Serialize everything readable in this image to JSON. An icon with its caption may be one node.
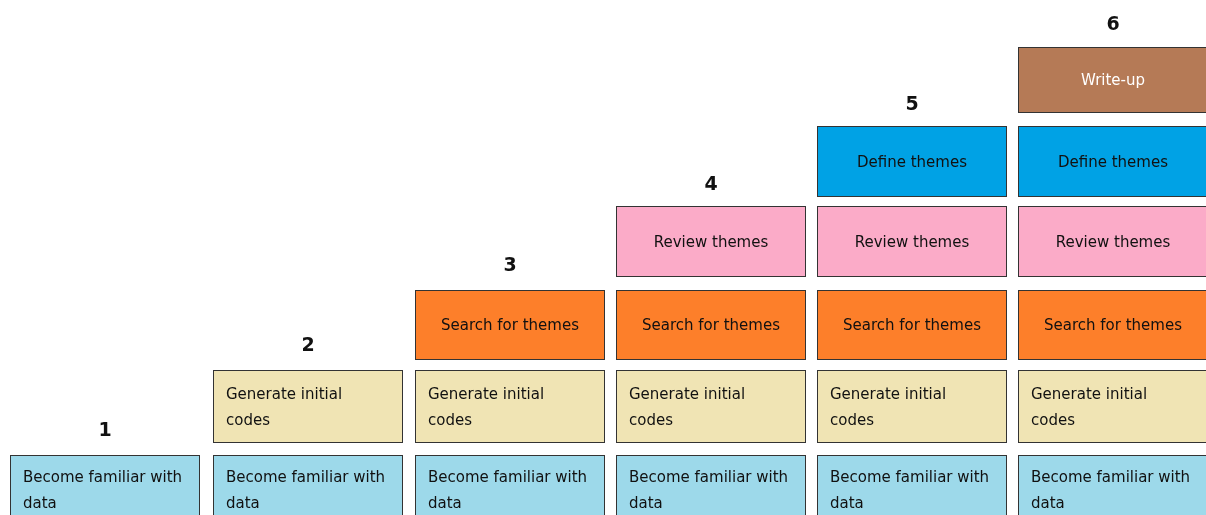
{
  "diagram": {
    "nodes": [
      {
        "text": [
          "Write-up"
        ]
      },
      {
        "text": [
          "Define themes"
        ]
      },
      {
        "text": [
          "Define themes"
        ]
      },
      {
        "text": [
          "Review themes"
        ]
      },
      {
        "text": [
          "Review themes"
        ]
      },
      {
        "text": [
          "Review themes"
        ]
      },
      {
        "text": [
          "Search for themes"
        ]
      },
      {
        "text": [
          "Search for themes"
        ]
      },
      {
        "text": [
          "Search for themes"
        ]
      },
      {
        "text": [
          "Search for themes"
        ]
      },
      {
        "text": [
          "Generate initial codes"
        ]
      },
      {
        "text": [
          "Generate initial codes"
        ]
      },
      {
        "text": [
          "Generate initial codes"
        ]
      },
      {
        "text": [
          "Generate initial codes"
        ]
      },
      {
        "text": [
          "Generate initial codes"
        ]
      },
      {
        "text": [
          "Become familiar with data"
        ]
      },
      {
        "text": [
          "Become familiar with data"
        ]
      },
      {
        "text": [
          "Become familiar with data"
        ]
      },
      {
        "text": [
          "Become familiar with data"
        ]
      },
      {
        "text": [
          "Become familiar with data"
        ]
      },
      {
        "text": [
          "Become familiar with data"
        ]
      }
    ],
    "labels": [
      "6",
      "5",
      "4",
      "3",
      "2",
      "1"
    ]
  }
}
